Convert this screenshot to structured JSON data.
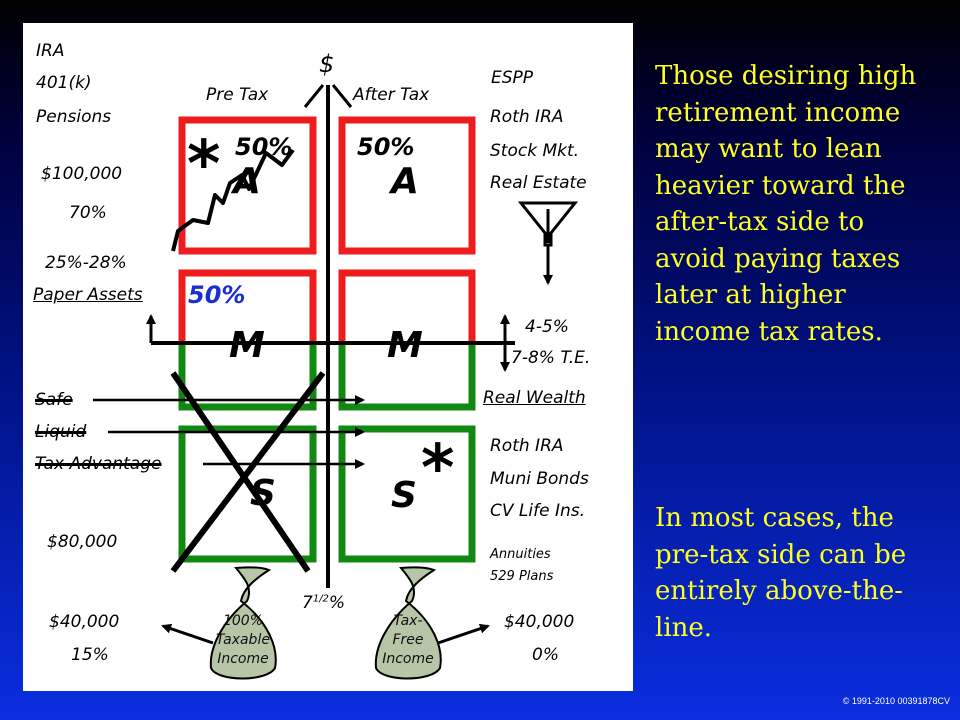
{
  "left_labels": {
    "ira": "IRA",
    "k401": "401(k)",
    "pensions": "Pensions",
    "amount_100k": "$100,000",
    "pct_70": "70%",
    "pct_25_28": "25%-28%",
    "paper_assets": "Paper Assets",
    "safe": "Safe",
    "liquid": "Liquid",
    "tax_advantage": "Tax Advantage",
    "amount_80k": "$80,000",
    "amount_40k": "$40,000",
    "pct_15": "15%"
  },
  "center_labels": {
    "dollar": "$",
    "pre_tax": "Pre Tax",
    "after_tax": "After Tax",
    "seven_half": "7",
    "seven_half_sup": "1/2",
    "seven_half_pct": "%",
    "pct_50_left_a": "50%",
    "pct_50_right_a": "50%",
    "pct_50_m": "50%",
    "letter_a_left": "A",
    "letter_a_right": "A",
    "letter_m_left": "M",
    "letter_m_right": "M",
    "letter_s_left": "S",
    "letter_s_right": "S",
    "star": "*"
  },
  "right_labels": {
    "espp": "ESPP",
    "roth_ira_top": "Roth IRA",
    "stock_mkt": "Stock Mkt.",
    "real_estate": "Real Estate",
    "pct_4_5": "4-5%",
    "pct_7_8_te": "7-8% T.E.",
    "real_wealth": "Real Wealth",
    "roth_ira_bottom": "Roth IRA",
    "muni_bonds": "Muni Bonds",
    "cv_life": "CV Life Ins.",
    "annuities": "Annuities",
    "plans_529": "529 Plans",
    "amount_40k": "$40,000",
    "pct_0": "0%"
  },
  "bags": {
    "left": "100%\nTaxable\nIncome",
    "right": "Tax-\nFree\nIncome"
  },
  "side_text": {
    "main": "Those desiring high retirement income may want to lean heavier toward the after-tax side to avoid paying taxes later at higher income tax rates.",
    "secondary": "In most cases, the pre-tax side can be entirely above-the-line."
  },
  "copyright": "© 1991-2010 00391878CV",
  "colors": {
    "box_red": "#ee1c1c",
    "box_green": "#118811",
    "text_yellow": "#ffff20",
    "bag_fill": "#b7c6a6"
  }
}
